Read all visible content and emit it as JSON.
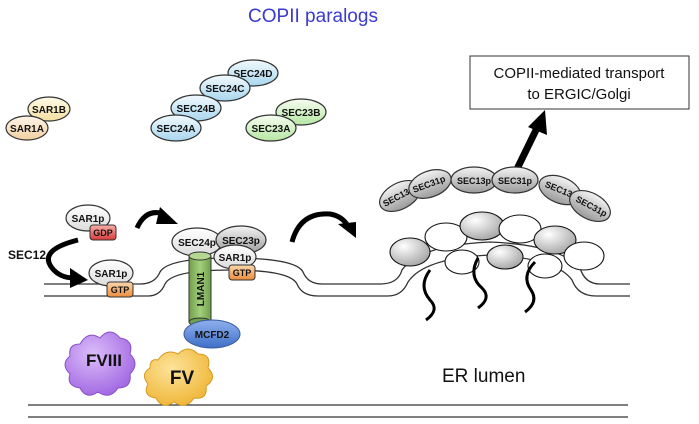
{
  "title": "COPII paralogs",
  "paralogs": {
    "sar1b": "SAR1B",
    "sar1a": "SAR1A",
    "sec24d": "SEC24D",
    "sec24c": "SEC24C",
    "sec24b": "SEC24B",
    "sec24a": "SEC24A",
    "sec23b": "SEC23B",
    "sec23a": "SEC23A"
  },
  "transport_box": {
    "line1": "COPII-mediated transport",
    "line2": "to ERGIC/Golgi"
  },
  "gef": "SEC12",
  "sar1p_gdp": {
    "protein": "SAR1p",
    "nucleotide": "GDP"
  },
  "sar1p_gtp_membrane": {
    "protein": "SAR1p",
    "nucleotide": "GTP"
  },
  "inner_coat": {
    "sec24": "SEC24p",
    "sec23": "SEC23p",
    "sar1": "SAR1p",
    "nucleotide": "GTP"
  },
  "receptor": "LMAN1",
  "cofactor": "MCFD2",
  "cargo": {
    "fviii": "FVIII",
    "fv": "FV"
  },
  "outer_coat": {
    "sec13": "SEC13p",
    "sec31": "SEC31p"
  },
  "compartment": "ER lumen",
  "colors": {
    "title_blue": "#3a3ad0",
    "sar1b": "#fdf0c4",
    "sar1a": "#fbe6c6",
    "sec24_blue": "#cfe9f6",
    "sec23_green": "#d8f2cc",
    "gdp_red": "#e05a5a",
    "gtp_orange": "#f3a55a",
    "lman1_green": "#7fae5a",
    "mcfd2_blue": "#5b86d6",
    "fviii_purple": "#b27ae8",
    "fv_yellow": "#f5c445"
  }
}
